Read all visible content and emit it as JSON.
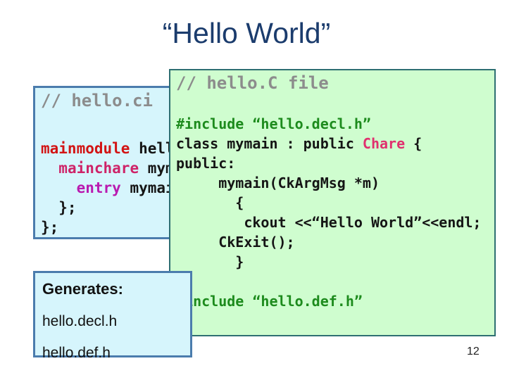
{
  "title": "“Hello World”",
  "page_number": "12",
  "colors": {
    "title": "#1b3c6d",
    "comment": "#8c8c8c",
    "black": "#151515",
    "green": "#1d8b1d",
    "red": "#d21414",
    "rose": "#ce2368",
    "magenta": "#b91ab0",
    "pink": "#e0306e",
    "ci_box_fill": "#d6f5fc",
    "ci_box_border": "#4b7cad",
    "c_box_fill": "#cffdcf",
    "c_box_border": "#2e6f72"
  },
  "code_blocks": {
    "ci": {
      "comment": "// hello.ci",
      "lines": [
        [
          {
            "t": "mainmodule",
            "c": "red"
          },
          {
            "t": " hello {",
            "c": "black"
          }
        ],
        [
          {
            "t": "  ",
            "c": "black"
          },
          {
            "t": "mainchare",
            "c": "rose"
          },
          {
            "t": " mymain {",
            "c": "black"
          }
        ],
        [
          {
            "t": "    ",
            "c": "black"
          },
          {
            "t": "entry",
            "c": "magenta"
          },
          {
            "t": " mymain(CkArgMsg *m);",
            "c": "black"
          }
        ],
        [
          {
            "t": "  };",
            "c": "black"
          }
        ],
        [
          {
            "t": "};",
            "c": "black"
          }
        ]
      ]
    },
    "c": {
      "comment": "// hello.C file",
      "lines": [
        [
          {
            "t": "#include “hello.decl.h”",
            "c": "green"
          }
        ],
        [
          {
            "t": "class mymain : public ",
            "c": "black"
          },
          {
            "t": "Chare",
            "c": "pink"
          },
          {
            "t": " {",
            "c": "black"
          }
        ],
        [
          {
            "t": "public:",
            "c": "black"
          }
        ],
        [
          {
            "t": "     mymain(CkArgMsg *m)",
            "c": "black"
          }
        ],
        [
          {
            "t": "       {",
            "c": "black"
          }
        ],
        [
          {
            "t": "        ckout <<“Hello World”<<endl;",
            "c": "black"
          }
        ],
        [
          {
            "t": "     CkExit();",
            "c": "black"
          }
        ],
        [
          {
            "t": "       }",
            "c": "black"
          }
        ],
        [],
        [
          {
            "t": "#include “hello.def.h”",
            "c": "green"
          }
        ]
      ]
    }
  },
  "generates": {
    "label": "Generates:",
    "files": [
      "hello.decl.h",
      "hello.def.h"
    ]
  }
}
